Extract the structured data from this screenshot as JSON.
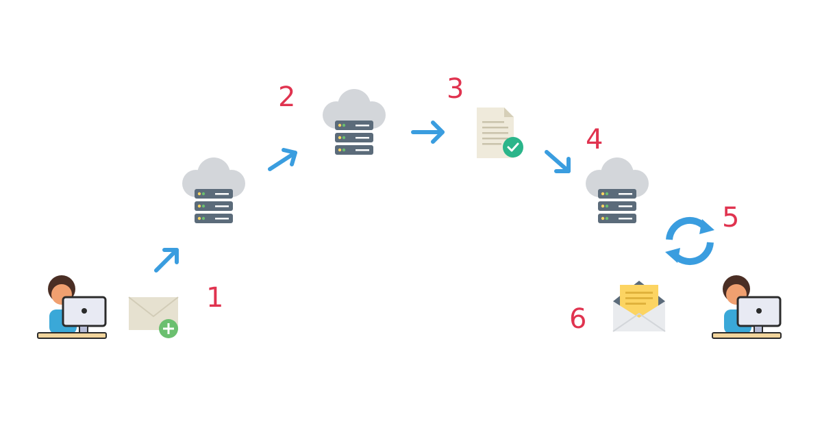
{
  "steps": [
    {
      "number": "1",
      "icon": "new-email-icon"
    },
    {
      "number": "2",
      "icon": "cloud-server-icon"
    },
    {
      "number": "3",
      "icon": "verified-document-icon"
    },
    {
      "number": "4",
      "icon": "cloud-server-icon"
    },
    {
      "number": "5",
      "icon": "sync-icon"
    },
    {
      "number": "6",
      "icon": "open-envelope-icon"
    }
  ],
  "actors": [
    {
      "icon": "sender-user-icon"
    },
    {
      "icon": "recipient-user-icon"
    }
  ],
  "colors": {
    "number": "#e0334f",
    "arrow": "#3a9ddf",
    "cloud": "#d3d6da",
    "server": "#5b6b7a",
    "check": "#2bb58a",
    "plus": "#6bbf6f",
    "letter": "#fcd462",
    "envelope": "#e6e1d0"
  }
}
